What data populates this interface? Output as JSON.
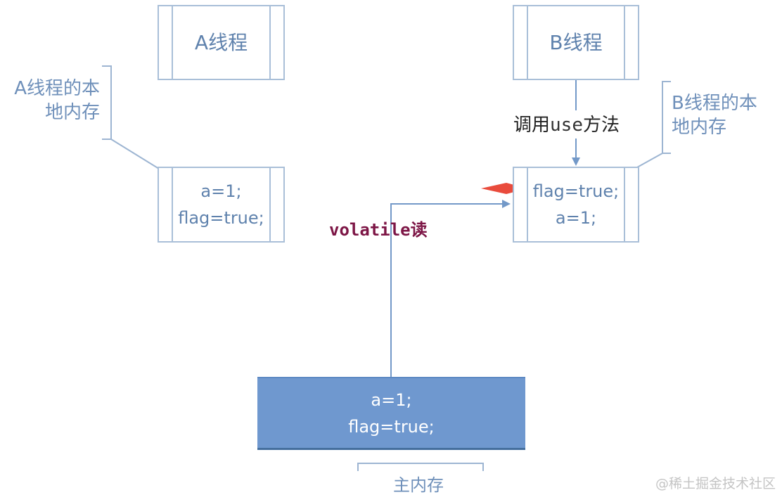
{
  "thread_a": {
    "title": "A线程",
    "local_memory": {
      "label_lines": [
        "A线程的本",
        "地内存"
      ],
      "lines": [
        "a=1;",
        "flag=true;"
      ]
    }
  },
  "thread_b": {
    "title": "B线程",
    "local_memory": {
      "label_lines": [
        "B线程的本",
        "地内存"
      ],
      "lines": [
        "flag=true;",
        "a=1;"
      ]
    }
  },
  "main_memory": {
    "lines": [
      "a=1;",
      "flag=true;"
    ],
    "label": "主内存"
  },
  "annotations": {
    "call_prefix": "调用",
    "call_code": "use",
    "call_suffix": "方法",
    "volatile_read": "volatile读"
  },
  "watermark": "@稀土掘金技术社区",
  "colors": {
    "box_border": "#a9bfd8",
    "box_text": "#5f82ad",
    "label_text": "#6f90ba",
    "main_memory_fill": "#6f98cf",
    "arrow_blue": "#7399c8",
    "highlight_arrow": "#e94b3c",
    "volatile_text": "#7d1646"
  }
}
